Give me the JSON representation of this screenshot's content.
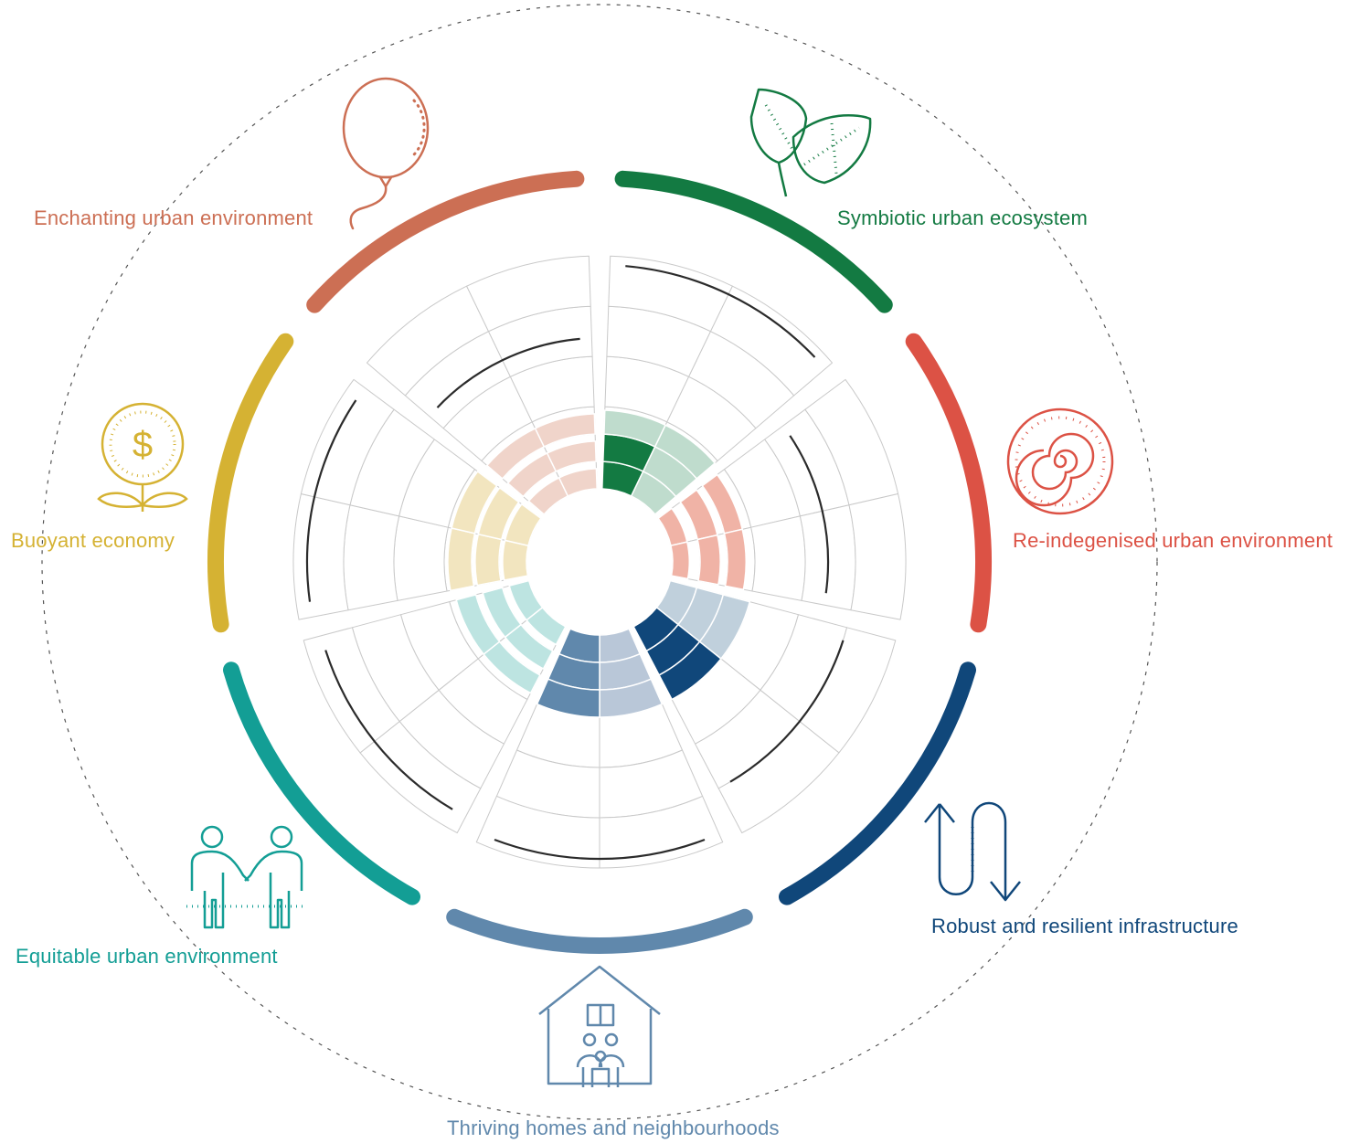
{
  "segments": [
    {
      "id": "symbiotic",
      "label": "Symbiotic urban ecosystem",
      "color": "#137a42",
      "tint": "#bfdccd",
      "icon": "leaves-icon",
      "levels": [
        1,
        1,
        0.8
      ],
      "highlight": [
        2,
        2,
        0,
        0
      ]
    },
    {
      "id": "reindigenised",
      "label": "Re-indegenised urban environment",
      "color": "#dc5245",
      "tint": "#f0b3a6",
      "icon": "spiral-icon",
      "levels": [
        0.4,
        0.6,
        0.5
      ],
      "highlight": [
        0,
        0,
        0,
        0
      ]
    },
    {
      "id": "robust",
      "label": "Robust and resilient infrastructure",
      "color": "#10477a",
      "tint": "#c0d0dc",
      "icon": "arrows-icon",
      "levels": [
        1,
        1,
        1
      ],
      "highlight": [
        0,
        0,
        0,
        0
      ]
    },
    {
      "id": "thriving",
      "label": "Thriving homes and neighbourhoods",
      "color": "#6088ac",
      "tint": "#b9c7d8",
      "icon": "house-icon",
      "levels": [
        1,
        1,
        1
      ],
      "highlight": [
        0,
        0,
        0,
        0
      ]
    },
    {
      "id": "equitable",
      "label": "Equitable urban environment",
      "color": "#139e95",
      "tint": "#bde4e1",
      "icon": "handshake-icon",
      "levels": [
        0.6,
        0.6,
        0.6
      ],
      "highlight": [
        0,
        0,
        0,
        0
      ]
    },
    {
      "id": "buoyant",
      "label": "Buoyant economy",
      "color": "#d5b233",
      "tint": "#f2e5bf",
      "icon": "money-plant-icon",
      "levels": [
        0.8,
        0.8,
        0.8
      ],
      "highlight": [
        0,
        0,
        0,
        0
      ]
    },
    {
      "id": "enchanting",
      "label": "Enchanting urban environment",
      "color": "#cc6f54",
      "tint": "#f0d4ca",
      "icon": "balloon-icon",
      "levels": [
        0.6,
        0.6,
        0.6
      ],
      "highlight": [
        0,
        0,
        0,
        0
      ]
    }
  ]
}
